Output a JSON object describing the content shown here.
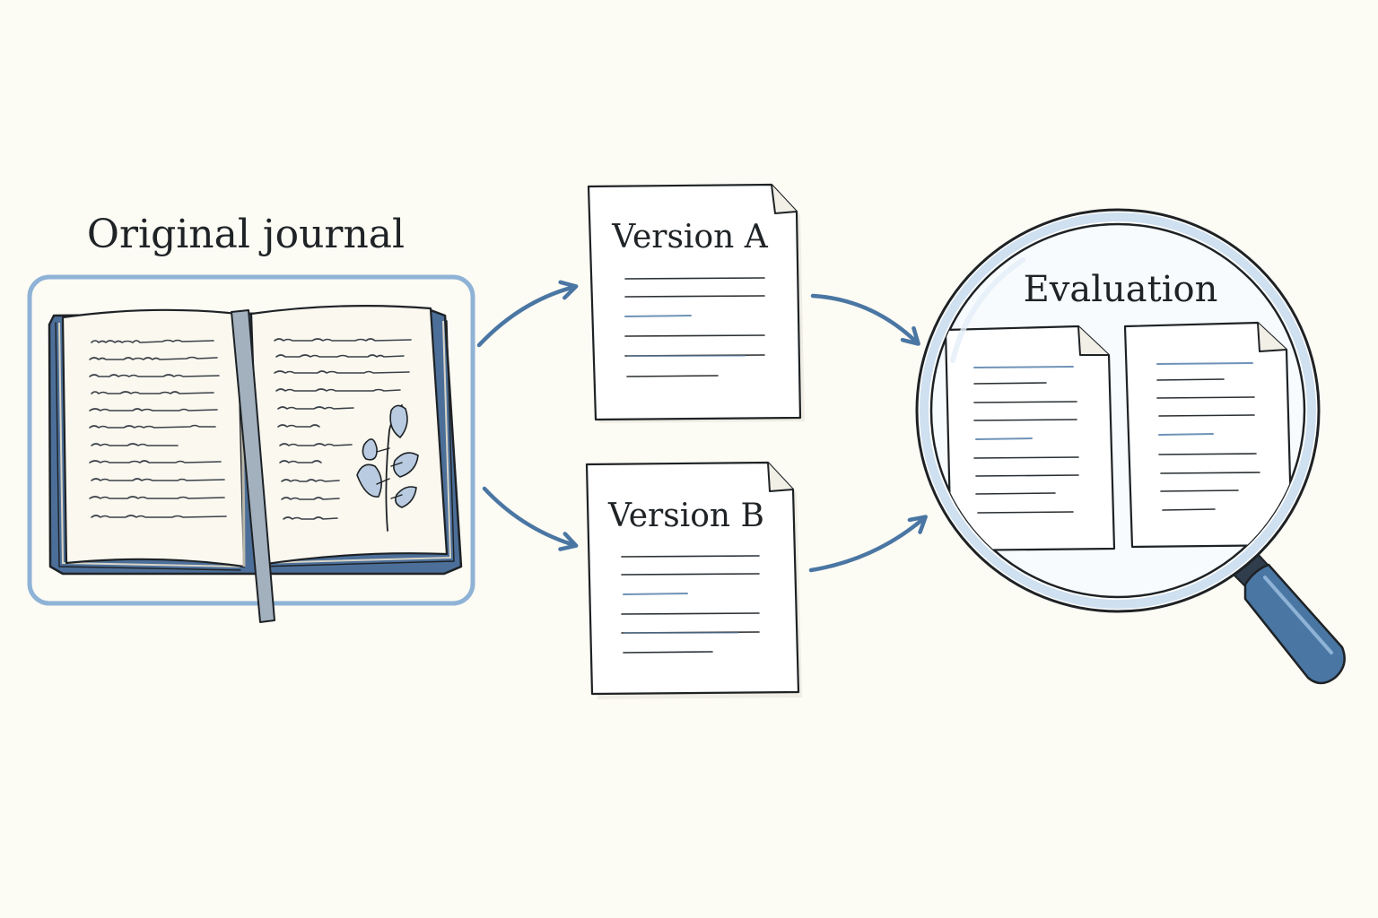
{
  "labels": {
    "journal": "Original journal",
    "version_a": "Version A",
    "version_b": "Version B",
    "evaluation": "Evaluation"
  },
  "colors": {
    "background": "#fcfbf4",
    "accent_blue": "#4a76a3",
    "highlight_frame": "#8fb3d6",
    "ink": "#1e2225"
  },
  "icons": {
    "journal": "open-book-icon",
    "leaf": "leaf-sprig-icon",
    "document": "document-icon",
    "magnifier": "magnifying-glass-icon",
    "arrow": "curved-arrow-icon"
  }
}
